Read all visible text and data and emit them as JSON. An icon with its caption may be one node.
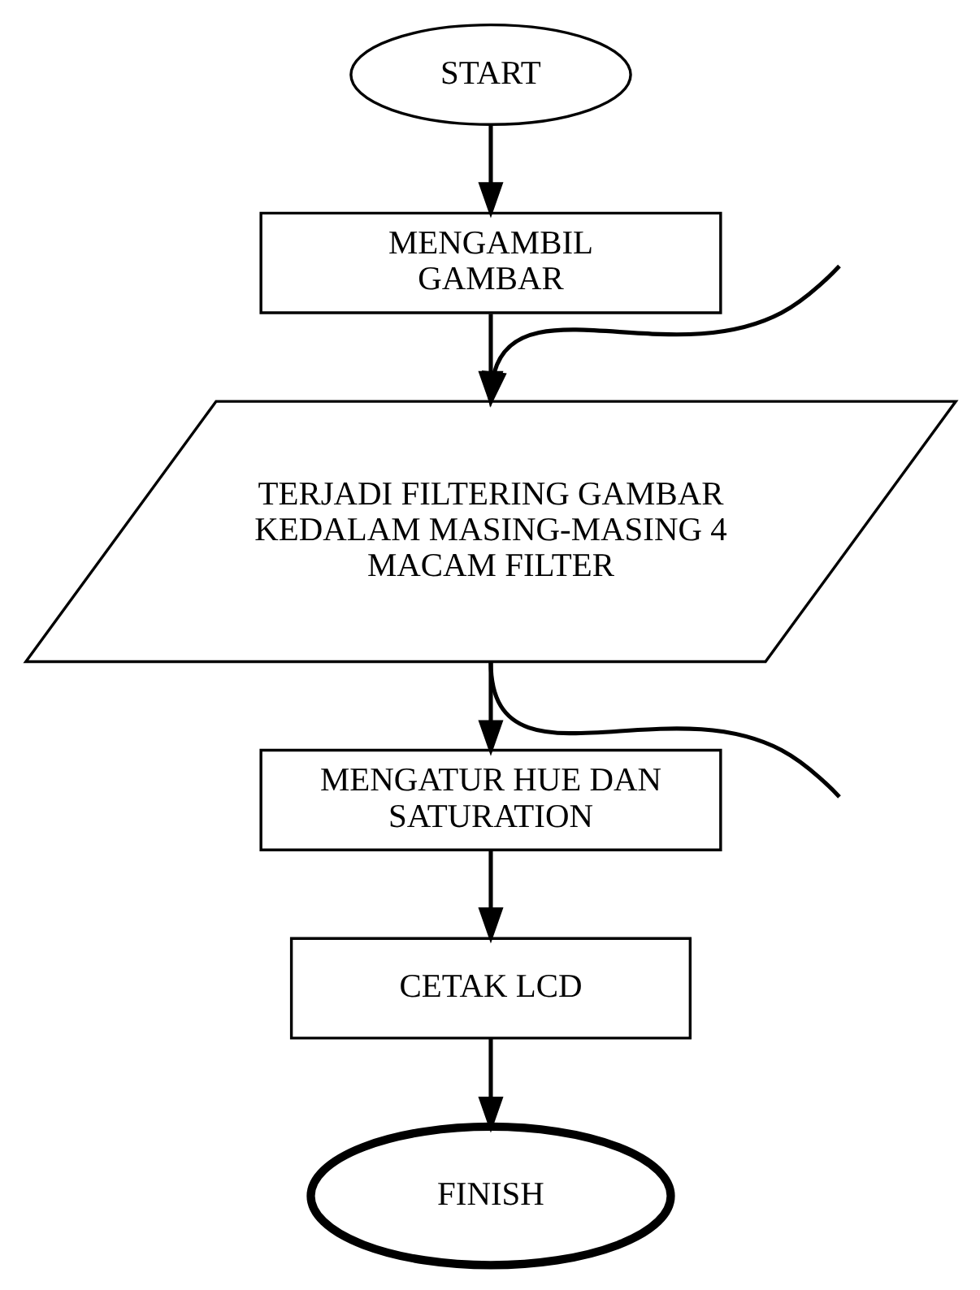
{
  "diagram": {
    "nodes": [
      {
        "text": [
          "START"
        ]
      },
      {
        "text": [
          "MENGAMBIL GAMBAR"
        ]
      },
      {
        "text": [
          "TERJADI FILTERING GAMBAR KEDALAM MASING-MASING 4 MACAM FILTER"
        ]
      },
      {
        "text": [
          "MENGATUR HUE DAN SATURATION"
        ]
      },
      {
        "text": [
          "CETAK LCD"
        ]
      },
      {
        "text": [
          "FINISH"
        ]
      }
    ],
    "edges": [
      {
        "from": 0,
        "to": 1,
        "arrow": "to"
      },
      {
        "from": 1,
        "to": 2,
        "arrow": "to"
      },
      {
        "from": 2,
        "to": null,
        "arrow": "none"
      },
      {
        "from": 2,
        "to": 3,
        "arrow": "to"
      },
      {
        "from": null,
        "to": 2,
        "arrow": "to"
      },
      {
        "from": 3,
        "to": 4,
        "arrow": "to"
      },
      {
        "from": 4,
        "to": 5,
        "arrow": "to"
      }
    ]
  }
}
